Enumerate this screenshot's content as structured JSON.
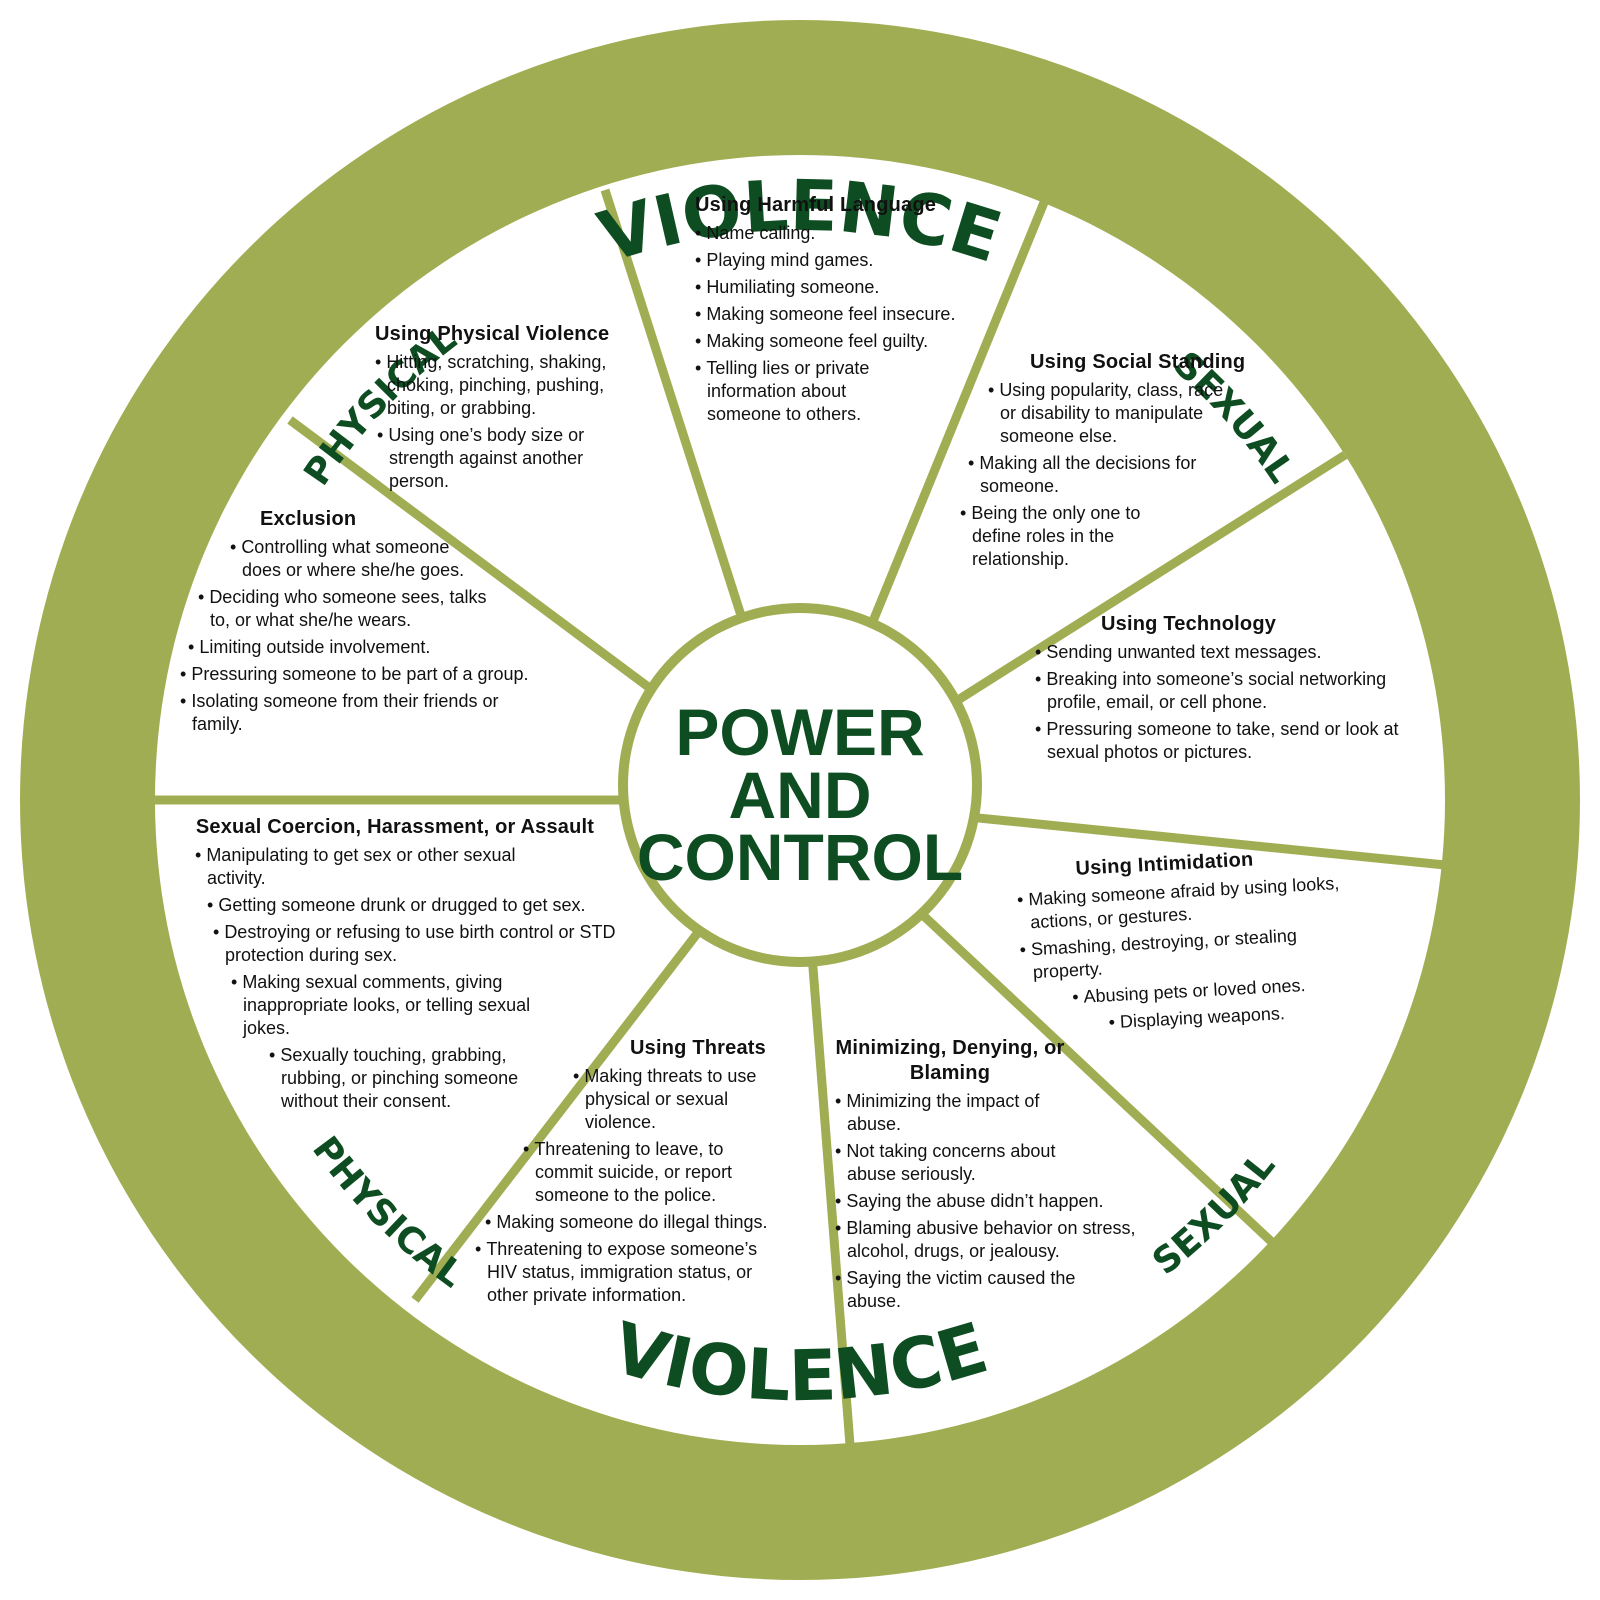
{
  "colors": {
    "ring": "#a1ad52",
    "text_dark_green": "#0e4d21",
    "background": "#ffffff"
  },
  "center": {
    "line1": "POWER",
    "line2": "AND",
    "line3": "CONTROL"
  },
  "rim": {
    "top_big": "VIOLENCE",
    "top_left": "PHYSICAL",
    "top_right": "SEXUAL",
    "bottom_big": "VIOLENCE",
    "bottom_left": "PHYSICAL",
    "bottom_right": "SEXUAL"
  },
  "sections": {
    "harmful_language": {
      "title": "Using Harmful Language",
      "items": [
        "Name calling.",
        "Playing mind games.",
        "Humiliating someone.",
        "Making someone feel insecure.",
        "Making someone feel guilty.",
        "Telling lies or private information about someone to others."
      ]
    },
    "social_standing": {
      "title": "Using Social Standing",
      "items": [
        "Using popularity, class, race or disability to manipulate someone else.",
        "Making all the decisions for someone.",
        "Being the only one to define roles in the relationship."
      ]
    },
    "technology": {
      "title": "Using Technology",
      "items": [
        "Sending unwanted text messages.",
        "Breaking into someone’s social networking profile, email, or cell phone.",
        "Pressuring someone to take, send or look at sexual photos or pictures."
      ]
    },
    "intimidation": {
      "title": "Using Intimidation",
      "items": [
        "Making someone afraid by using looks, actions, or gestures.",
        "Smashing, destroying, or stealing property.",
        "Abusing pets or loved ones.",
        "Displaying weapons."
      ]
    },
    "minimizing": {
      "title": "Minimizing, Denying, or Blaming",
      "items": [
        "Minimizing the impact of abuse.",
        "Not taking concerns about abuse seriously.",
        "Saying the abuse didn’t happen.",
        "Blaming abusive behavior on stress, alcohol, drugs, or jealousy.",
        "Saying the victim caused the abuse."
      ]
    },
    "threats": {
      "title": "Using Threats",
      "items": [
        "Making threats to use physical or sexual violence.",
        "Threatening to leave, to commit suicide, or report someone to the police.",
        "Making someone do illegal things.",
        "Threatening to expose someone’s HIV status, immigration status, or other private information."
      ]
    },
    "sexual_coercion": {
      "title": "Sexual Coercion, Harassment, or Assault",
      "items": [
        "Manipulating to get sex or other sexual activity.",
        "Getting someone drunk or drugged to get sex.",
        "Destroying or refusing to use birth control or STD protection during sex.",
        "Making sexual comments, giving inappropriate looks, or telling sexual jokes.",
        "Sexually touching, grabbing, rubbing, or pinching someone without their consent."
      ]
    },
    "exclusion": {
      "title": "Exclusion",
      "items": [
        "Controlling what someone does or where she/he goes.",
        "Deciding who someone sees, talks to, or what she/he wears.",
        "Limiting outside involvement.",
        "Pressuring someone to be part of a group.",
        "Isolating someone from their friends or family."
      ]
    },
    "physical_violence": {
      "title": "Using Physical Violence",
      "items": [
        "Hitting, scratching, shaking, choking, pinching, pushing, biting, or grabbing.",
        "Using one’s body size or strength against another person."
      ]
    }
  }
}
